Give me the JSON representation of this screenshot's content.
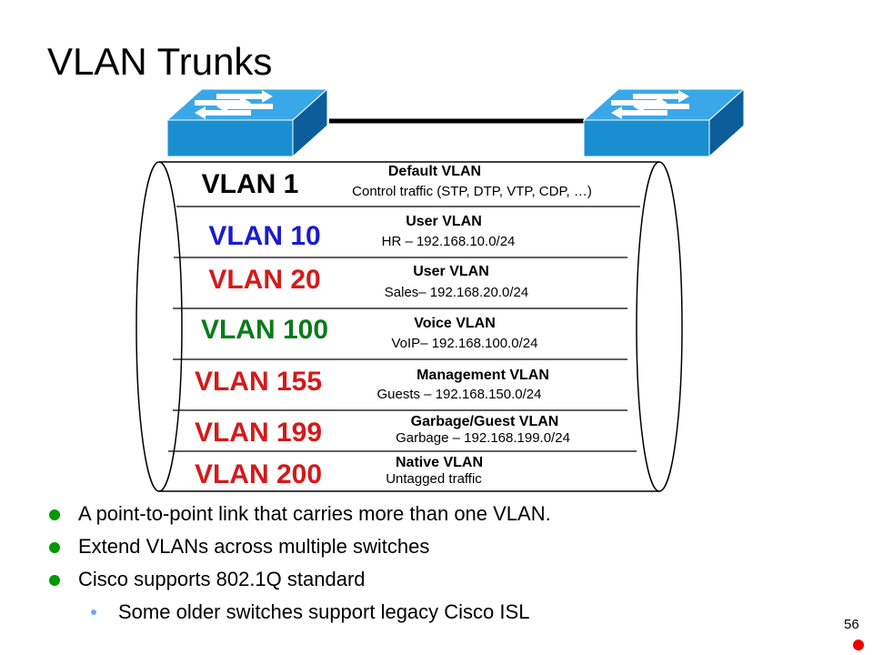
{
  "slide": {
    "title": "VLAN Trunks",
    "page_number": "56"
  },
  "vlans": [
    {
      "id": "VLAN 1",
      "id_color": "#000000",
      "type": "Default VLAN",
      "desc": "Control traffic (STP, DTP, VTP, CDP, …)"
    },
    {
      "id": "VLAN 10",
      "id_color": "#1a1ad0",
      "type": "User VLAN",
      "desc": "HR – 192.168.10.0/24"
    },
    {
      "id": "VLAN 20",
      "id_color": "#d41a1a",
      "type": "User VLAN",
      "desc": "Sales– 192.168.20.0/24"
    },
    {
      "id": "VLAN 100",
      "id_color": "#0a7a1a",
      "type": "Voice VLAN",
      "desc": "VoIP– 192.168.100.0/24"
    },
    {
      "id": "VLAN 155",
      "id_color": "#d41a1a",
      "type": "Management VLAN",
      "desc": "Guests – 192.168.150.0/24"
    },
    {
      "id": "VLAN 199",
      "id_color": "#d41a1a",
      "type": "Garbage/Guest VLAN",
      "desc": "Garbage – 192.168.199.0/24"
    },
    {
      "id": "VLAN 200",
      "id_color": "#d41a1a",
      "type": "Native VLAN",
      "desc": "Untagged traffic"
    }
  ],
  "bullets": [
    "A point-to-point link that carries more than one VLAN.",
    "Extend VLANs across multiple switches",
    "Cisco supports 802.1Q standard"
  ],
  "sub_bullets": [
    "Some older switches support legacy Cisco ISL"
  ],
  "icons": {
    "left_switch": "switch-icon",
    "right_switch": "switch-icon",
    "trunk_link": "trunk-link"
  },
  "colors": {
    "switch_face": "#1a8fd0",
    "switch_side": "#0b5e9a",
    "bullet": "#009900",
    "sub_bullet": "#66aaff"
  }
}
